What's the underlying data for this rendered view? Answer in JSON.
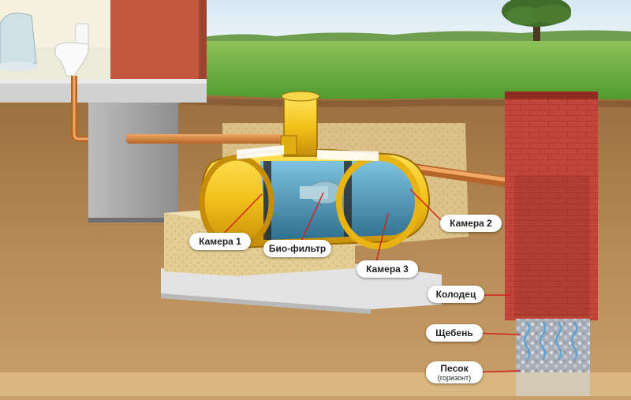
{
  "labels": {
    "chamber1": "Камера 1",
    "biofilter": "Био-фильтр",
    "chamber3": "Камера 3",
    "chamber2": "Камера 2",
    "well": "Колодец",
    "gravel": "Щебень",
    "sand": "Песок",
    "sand_note": "(горизонт)"
  },
  "colors": {
    "sky": "#d9eaf6",
    "grass": "#5fa437",
    "soil": "#b48650",
    "sand_bed": "#e4cd93",
    "tank": "#f2c21a",
    "water": "#3f87a8",
    "brick": "#b23a2e",
    "pipe": "#d2803c"
  }
}
